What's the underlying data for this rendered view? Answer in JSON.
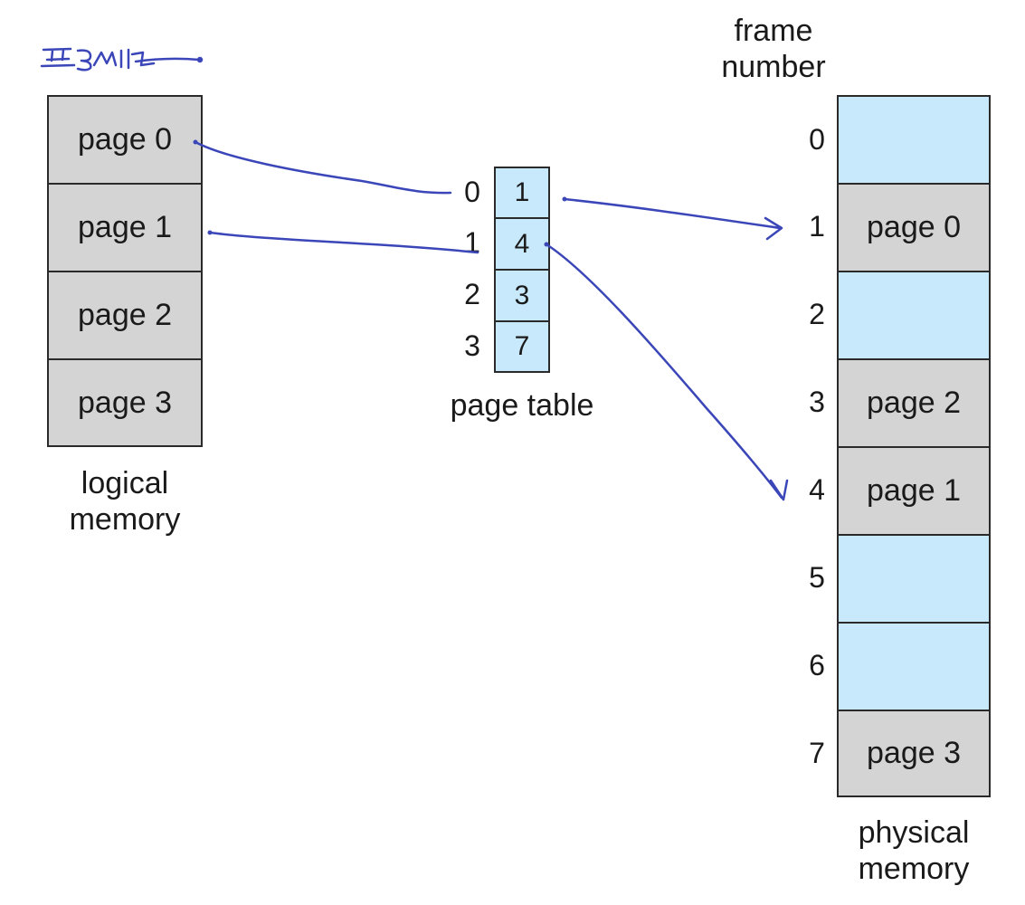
{
  "annotation": "페이지",
  "logical_memory": {
    "pages": [
      "page 0",
      "page 1",
      "page 2",
      "page 3"
    ],
    "caption_line1": "logical",
    "caption_line2": "memory"
  },
  "page_table": {
    "indices": [
      "0",
      "1",
      "2",
      "3"
    ],
    "frames": [
      "1",
      "4",
      "3",
      "7"
    ],
    "caption": "page table"
  },
  "physical_memory": {
    "header_line1": "frame",
    "header_line2": "number",
    "frame_numbers": [
      "0",
      "1",
      "2",
      "3",
      "4",
      "5",
      "6",
      "7"
    ],
    "frames": [
      "",
      "page 0",
      "",
      "page 2",
      "page 1",
      "",
      "",
      "page 3"
    ],
    "caption_line1": "physical",
    "caption_line2": "memory"
  },
  "colors": {
    "occupied": "#d4d4d4",
    "free": "#c8e8fb",
    "pen": "#3b46b8"
  }
}
